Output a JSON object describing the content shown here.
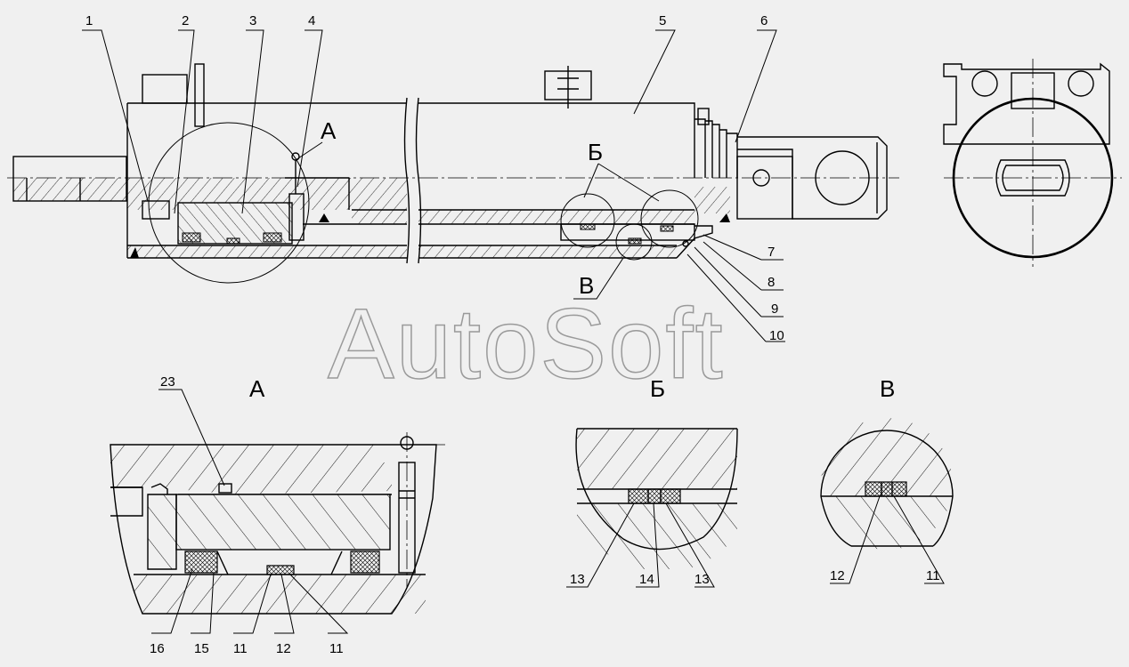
{
  "watermark": "AutoSoft",
  "views": {
    "a": "А",
    "b": "Б",
    "v": "В"
  },
  "main_labels": [
    {
      "id": "p1",
      "text": "1"
    },
    {
      "id": "p2",
      "text": "2"
    },
    {
      "id": "p3",
      "text": "3"
    },
    {
      "id": "p4",
      "text": "4"
    },
    {
      "id": "p5",
      "text": "5"
    },
    {
      "id": "p6",
      "text": "6"
    },
    {
      "id": "p7",
      "text": "7"
    },
    {
      "id": "p8",
      "text": "8"
    },
    {
      "id": "p9",
      "text": "9"
    },
    {
      "id": "p10",
      "text": "10"
    }
  ],
  "detail_a_labels": [
    {
      "id": "a23",
      "text": "23"
    },
    {
      "id": "a16",
      "text": "16"
    },
    {
      "id": "a15",
      "text": "15"
    },
    {
      "id": "a11l",
      "text": "11"
    },
    {
      "id": "a12",
      "text": "12"
    },
    {
      "id": "a11r",
      "text": "11"
    }
  ],
  "detail_b_labels": [
    {
      "id": "b13l",
      "text": "13"
    },
    {
      "id": "b14",
      "text": "14"
    },
    {
      "id": "b13r",
      "text": "13"
    }
  ],
  "detail_v_labels": [
    {
      "id": "v12",
      "text": "12"
    },
    {
      "id": "v11",
      "text": "11"
    }
  ],
  "colors": {
    "background": "#f0f0f0",
    "line": "#000000",
    "watermark": "#9a9a9a"
  }
}
